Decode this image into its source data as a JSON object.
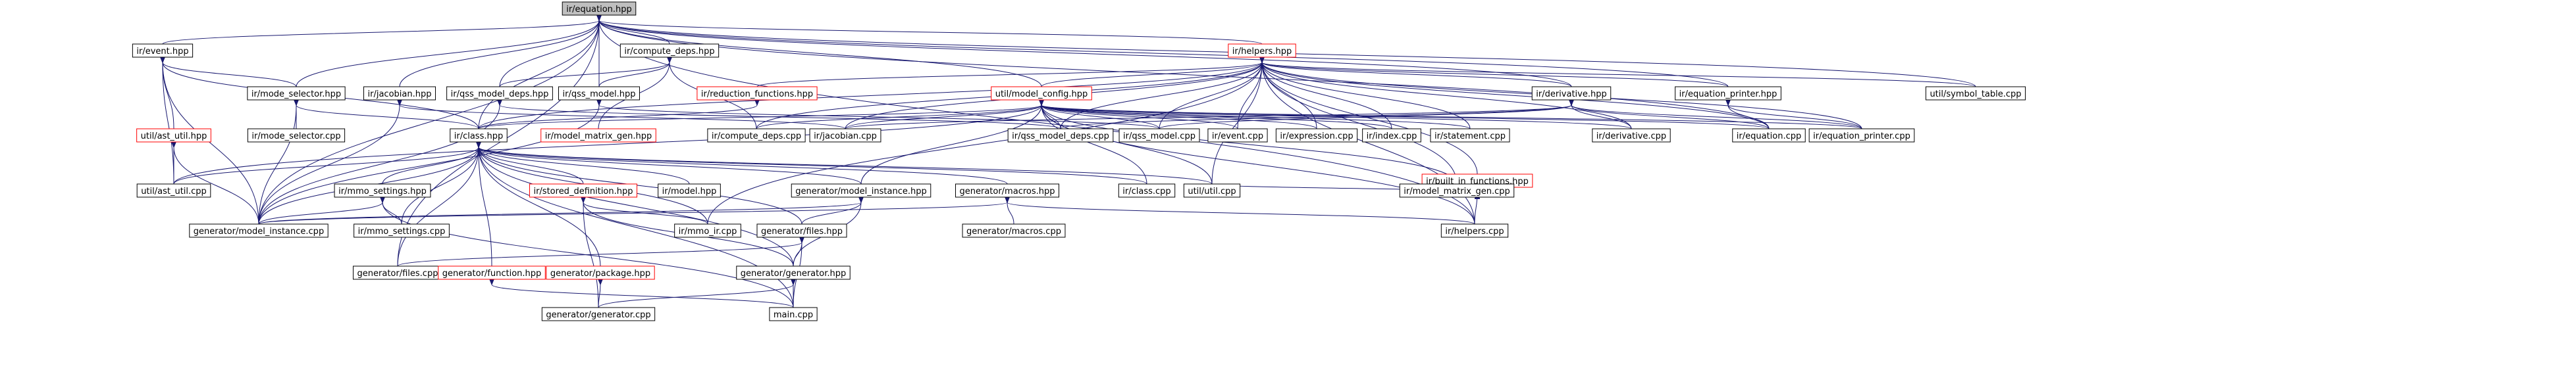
{
  "colors": {
    "edge": "#191970",
    "partial_border": "#ff0000",
    "root_fill": "#bfbfbf",
    "node_fill": "#ffffff"
  },
  "nodes": [
    {
      "id": "root",
      "label": "ir/equation.hpp",
      "kind": "root"
    },
    {
      "id": "event_hpp",
      "label": "ir/event.hpp",
      "kind": "normal"
    },
    {
      "id": "compute_deps_hpp",
      "label": "ir/compute_deps.hpp",
      "kind": "normal"
    },
    {
      "id": "helpers_hpp",
      "label": "ir/helpers.hpp",
      "kind": "partial"
    },
    {
      "id": "mode_selector_hpp",
      "label": "ir/mode_selector.hpp",
      "kind": "normal"
    },
    {
      "id": "jacobian_hpp",
      "label": "ir/jacobian.hpp",
      "kind": "normal"
    },
    {
      "id": "qss_model_deps_hpp",
      "label": "ir/qss_model_deps.hpp",
      "kind": "normal"
    },
    {
      "id": "qss_model_hpp",
      "label": "ir/qss_model.hpp",
      "kind": "normal"
    },
    {
      "id": "reduction_functions_hpp",
      "label": "ir/reduction_functions.hpp",
      "kind": "partial"
    },
    {
      "id": "model_config_hpp",
      "label": "util/model_config.hpp",
      "kind": "partial"
    },
    {
      "id": "derivative_hpp",
      "label": "ir/derivative.hpp",
      "kind": "normal"
    },
    {
      "id": "equation_printer_hpp",
      "label": "ir/equation_printer.hpp",
      "kind": "normal"
    },
    {
      "id": "symbol_table_cpp",
      "label": "util/symbol_table.cpp",
      "kind": "normal"
    },
    {
      "id": "ast_util_hpp",
      "label": "util/ast_util.hpp",
      "kind": "partial"
    },
    {
      "id": "mode_selector_cpp",
      "label": "ir/mode_selector.cpp",
      "kind": "normal"
    },
    {
      "id": "class_hpp",
      "label": "ir/class.hpp",
      "kind": "normal"
    },
    {
      "id": "model_matrix_gen_hpp",
      "label": "ir/model_matrix_gen.hpp",
      "kind": "partial"
    },
    {
      "id": "compute_deps_cpp",
      "label": "ir/compute_deps.cpp",
      "kind": "normal"
    },
    {
      "id": "jacobian_cpp",
      "label": "ir/jacobian.cpp",
      "kind": "normal"
    },
    {
      "id": "qss_model_deps_cpp",
      "label": "ir/qss_model_deps.cpp",
      "kind": "normal"
    },
    {
      "id": "qss_model_cpp",
      "label": "ir/qss_model.cpp",
      "kind": "normal"
    },
    {
      "id": "event_cpp",
      "label": "ir/event.cpp",
      "kind": "normal"
    },
    {
      "id": "expression_cpp",
      "label": "ir/expression.cpp",
      "kind": "normal"
    },
    {
      "id": "index_cpp",
      "label": "ir/index.cpp",
      "kind": "normal"
    },
    {
      "id": "statement_cpp",
      "label": "ir/statement.cpp",
      "kind": "normal"
    },
    {
      "id": "derivative_cpp",
      "label": "ir/derivative.cpp",
      "kind": "normal"
    },
    {
      "id": "equation_cpp",
      "label": "ir/equation.cpp",
      "kind": "normal"
    },
    {
      "id": "equation_printer_cpp",
      "label": "ir/equation_printer.cpp",
      "kind": "normal"
    },
    {
      "id": "built_in_functions_hpp",
      "label": "ir/built_in_functions.hpp",
      "kind": "partial"
    },
    {
      "id": "ast_util_cpp",
      "label": "util/ast_util.cpp",
      "kind": "normal"
    },
    {
      "id": "mmo_settings_hpp",
      "label": "ir/mmo_settings.hpp",
      "kind": "normal"
    },
    {
      "id": "stored_definition_hpp",
      "label": "ir/stored_definition.hpp",
      "kind": "partial"
    },
    {
      "id": "model_hpp",
      "label": "ir/model.hpp",
      "kind": "normal"
    },
    {
      "id": "model_instance_hpp",
      "label": "generator/model_instance.hpp",
      "kind": "normal"
    },
    {
      "id": "macros_hpp",
      "label": "generator/macros.hpp",
      "kind": "normal"
    },
    {
      "id": "class_cpp",
      "label": "ir/class.cpp",
      "kind": "normal"
    },
    {
      "id": "util_cpp",
      "label": "util/util.cpp",
      "kind": "normal"
    },
    {
      "id": "model_matrix_gen_cpp",
      "label": "ir/model_matrix_gen.cpp",
      "kind": "normal"
    },
    {
      "id": "model_instance_cpp",
      "label": "generator/model_instance.cpp",
      "kind": "normal"
    },
    {
      "id": "mmo_settings_cpp",
      "label": "ir/mmo_settings.cpp",
      "kind": "normal"
    },
    {
      "id": "mmo_ir_cpp",
      "label": "ir/mmo_ir.cpp",
      "kind": "normal"
    },
    {
      "id": "files_hpp",
      "label": "generator/files.hpp",
      "kind": "normal"
    },
    {
      "id": "macros_cpp",
      "label": "generator/macros.cpp",
      "kind": "normal"
    },
    {
      "id": "helpers_cpp",
      "label": "ir/helpers.cpp",
      "kind": "normal"
    },
    {
      "id": "files_cpp",
      "label": "generator/files.cpp",
      "kind": "normal"
    },
    {
      "id": "function_hpp",
      "label": "generator/function.hpp",
      "kind": "partial"
    },
    {
      "id": "package_hpp",
      "label": "generator/package.hpp",
      "kind": "partial"
    },
    {
      "id": "generator_hpp",
      "label": "generator/generator.hpp",
      "kind": "normal"
    },
    {
      "id": "generator_cpp",
      "label": "generator/generator.cpp",
      "kind": "normal"
    },
    {
      "id": "main_cpp",
      "label": "main.cpp",
      "kind": "normal"
    }
  ],
  "edges": [
    [
      "root",
      "event_hpp"
    ],
    [
      "root",
      "compute_deps_hpp"
    ],
    [
      "root",
      "helpers_hpp"
    ],
    [
      "root",
      "mode_selector_hpp"
    ],
    [
      "root",
      "jacobian_hpp"
    ],
    [
      "root",
      "qss_model_deps_hpp"
    ],
    [
      "root",
      "qss_model_hpp"
    ],
    [
      "root",
      "model_config_hpp"
    ],
    [
      "root",
      "derivative_hpp"
    ],
    [
      "root",
      "equation_printer_hpp"
    ],
    [
      "root",
      "symbol_table_cpp"
    ],
    [
      "root",
      "class_hpp"
    ],
    [
      "root",
      "equation_cpp"
    ],
    [
      "root",
      "model_instance_cpp"
    ],
    [
      "root",
      "files_cpp"
    ],
    [
      "root",
      "helpers_cpp"
    ],
    [
      "event_hpp",
      "mode_selector_hpp"
    ],
    [
      "event_hpp",
      "ast_util_hpp"
    ],
    [
      "event_hpp",
      "ast_util_cpp"
    ],
    [
      "event_hpp",
      "class_hpp"
    ],
    [
      "event_hpp",
      "model_instance_cpp"
    ],
    [
      "compute_deps_hpp",
      "qss_model_deps_hpp"
    ],
    [
      "compute_deps_hpp",
      "qss_model_hpp"
    ],
    [
      "compute_deps_hpp",
      "compute_deps_cpp"
    ],
    [
      "compute_deps_hpp",
      "model_matrix_gen_hpp"
    ],
    [
      "helpers_hpp",
      "reduction_functions_hpp"
    ],
    [
      "helpers_hpp",
      "model_config_hpp"
    ],
    [
      "helpers_hpp",
      "derivative_hpp"
    ],
    [
      "helpers_hpp",
      "equation_printer_hpp"
    ],
    [
      "helpers_hpp",
      "symbol_table_cpp"
    ],
    [
      "helpers_hpp",
      "class_hpp"
    ],
    [
      "helpers_hpp",
      "compute_deps_cpp"
    ],
    [
      "helpers_hpp",
      "jacobian_cpp"
    ],
    [
      "helpers_hpp",
      "qss_model_deps_cpp"
    ],
    [
      "helpers_hpp",
      "qss_model_cpp"
    ],
    [
      "helpers_hpp",
      "event_cpp"
    ],
    [
      "helpers_hpp",
      "expression_cpp"
    ],
    [
      "helpers_hpp",
      "index_cpp"
    ],
    [
      "helpers_hpp",
      "statement_cpp"
    ],
    [
      "helpers_hpp",
      "derivative_cpp"
    ],
    [
      "helpers_hpp",
      "equation_cpp"
    ],
    [
      "helpers_hpp",
      "equation_printer_cpp"
    ],
    [
      "helpers_hpp",
      "built_in_functions_hpp"
    ],
    [
      "helpers_hpp",
      "util_cpp"
    ],
    [
      "helpers_hpp",
      "model_matrix_gen_cpp"
    ],
    [
      "helpers_hpp",
      "helpers_cpp"
    ],
    [
      "helpers_hpp",
      "mmo_ir_cpp"
    ],
    [
      "mode_selector_hpp",
      "mode_selector_cpp"
    ],
    [
      "mode_selector_hpp",
      "class_hpp"
    ],
    [
      "mode_selector_hpp",
      "model_instance_cpp"
    ],
    [
      "jacobian_hpp",
      "jacobian_cpp"
    ],
    [
      "jacobian_hpp",
      "model_instance_cpp"
    ],
    [
      "qss_model_deps_hpp",
      "qss_model_deps_cpp"
    ],
    [
      "qss_model_deps_hpp",
      "model_instance_cpp"
    ],
    [
      "qss_model_hpp",
      "qss_model_cpp"
    ],
    [
      "qss_model_hpp",
      "model_instance_cpp"
    ],
    [
      "reduction_functions_hpp",
      "class_hpp"
    ],
    [
      "model_config_hpp",
      "class_hpp"
    ],
    [
      "model_config_hpp",
      "compute_deps_cpp"
    ],
    [
      "model_config_hpp",
      "jacobian_cpp"
    ],
    [
      "model_config_hpp",
      "qss_model_deps_cpp"
    ],
    [
      "model_config_hpp",
      "qss_model_cpp"
    ],
    [
      "model_config_hpp",
      "event_cpp"
    ],
    [
      "model_config_hpp",
      "expression_cpp"
    ],
    [
      "model_config_hpp",
      "index_cpp"
    ],
    [
      "model_config_hpp",
      "statement_cpp"
    ],
    [
      "model_config_hpp",
      "derivative_cpp"
    ],
    [
      "model_config_hpp",
      "equation_cpp"
    ],
    [
      "model_config_hpp",
      "equation_printer_cpp"
    ],
    [
      "model_config_hpp",
      "class_cpp"
    ],
    [
      "model_config_hpp",
      "util_cpp"
    ],
    [
      "model_config_hpp",
      "model_matrix_gen_cpp"
    ],
    [
      "model_config_hpp",
      "model_instance_hpp"
    ],
    [
      "model_config_hpp",
      "helpers_cpp"
    ],
    [
      "model_config_hpp",
      "ast_util_cpp"
    ],
    [
      "derivative_hpp",
      "derivative_cpp"
    ],
    [
      "derivative_hpp",
      "equation_cpp"
    ],
    [
      "derivative_hpp",
      "jacobian_cpp"
    ],
    [
      "derivative_hpp",
      "qss_model_deps_cpp"
    ],
    [
      "derivative_hpp",
      "qss_model_cpp"
    ],
    [
      "derivative_hpp",
      "equation_printer_cpp"
    ],
    [
      "equation_printer_hpp",
      "equation_cpp"
    ],
    [
      "equation_printer_hpp",
      "equation_printer_cpp"
    ],
    [
      "ast_util_hpp",
      "ast_util_cpp"
    ],
    [
      "ast_util_hpp",
      "model_instance_cpp"
    ],
    [
      "class_hpp",
      "ast_util_cpp"
    ],
    [
      "class_hpp",
      "mmo_settings_hpp"
    ],
    [
      "class_hpp",
      "stored_definition_hpp"
    ],
    [
      "class_hpp",
      "model_hpp"
    ],
    [
      "class_hpp",
      "model_instance_hpp"
    ],
    [
      "class_hpp",
      "macros_hpp"
    ],
    [
      "class_hpp",
      "class_cpp"
    ],
    [
      "class_hpp",
      "util_cpp"
    ],
    [
      "class_hpp",
      "model_instance_cpp"
    ],
    [
      "class_hpp",
      "mmo_settings_cpp"
    ],
    [
      "class_hpp",
      "mmo_ir_cpp"
    ],
    [
      "class_hpp",
      "files_hpp"
    ],
    [
      "class_hpp",
      "files_cpp"
    ],
    [
      "class_hpp",
      "function_hpp"
    ],
    [
      "class_hpp",
      "package_hpp"
    ],
    [
      "class_hpp",
      "generator_hpp"
    ],
    [
      "class_hpp",
      "main_cpp"
    ],
    [
      "built_in_functions_hpp",
      "helpers_cpp"
    ],
    [
      "built_in_functions_hpp",
      "util_cpp"
    ],
    [
      "mmo_settings_hpp",
      "mmo_settings_cpp"
    ],
    [
      "mmo_settings_hpp",
      "model_instance_cpp"
    ],
    [
      "mmo_settings_hpp",
      "main_cpp"
    ],
    [
      "stored_definition_hpp",
      "mmo_ir_cpp"
    ],
    [
      "stored_definition_hpp",
      "generator_hpp"
    ],
    [
      "stored_definition_hpp",
      "generator_cpp"
    ],
    [
      "model_instance_hpp",
      "model_instance_cpp"
    ],
    [
      "model_instance_hpp",
      "files_hpp"
    ],
    [
      "model_instance_hpp",
      "generator_hpp"
    ],
    [
      "macros_hpp",
      "macros_cpp"
    ],
    [
      "macros_hpp",
      "model_instance_cpp"
    ],
    [
      "macros_hpp",
      "helpers_cpp"
    ],
    [
      "files_hpp",
      "files_cpp"
    ],
    [
      "files_hpp",
      "generator_hpp"
    ],
    [
      "files_hpp",
      "main_cpp"
    ],
    [
      "package_hpp",
      "generator_cpp"
    ],
    [
      "generator_hpp",
      "generator_cpp"
    ],
    [
      "generator_hpp",
      "main_cpp"
    ],
    [
      "function_hpp",
      "main_cpp"
    ]
  ]
}
